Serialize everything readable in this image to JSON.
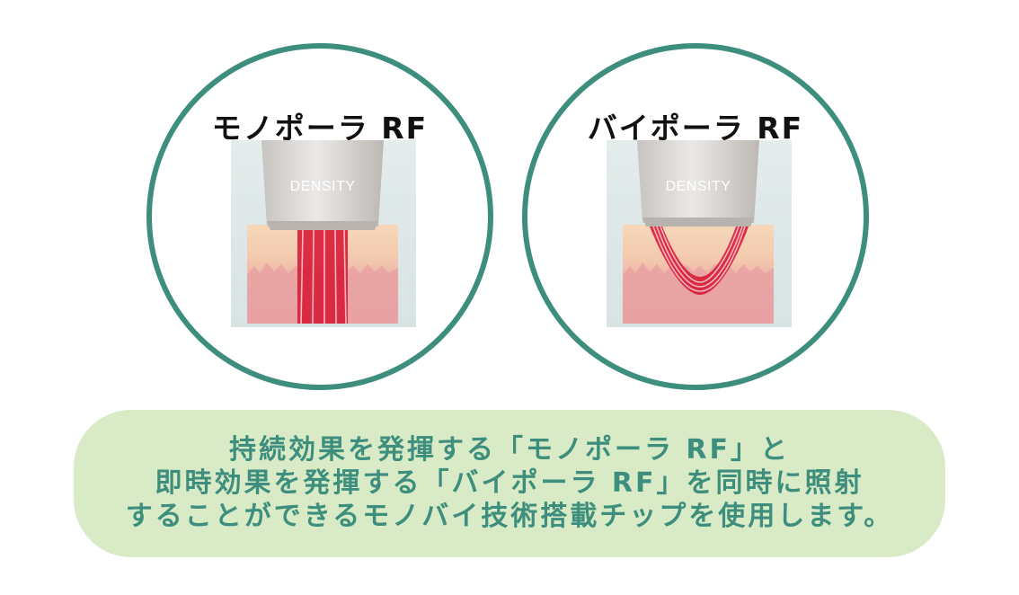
{
  "diagrams": [
    {
      "title": "モノポーラ RF",
      "probe_label": "DENSITY",
      "pattern": "straight"
    },
    {
      "title": "バイポーラ RF",
      "probe_label": "DENSITY",
      "pattern": "curved"
    }
  ],
  "caption": {
    "lines": [
      "持続効果を発揮する「モノポーラ RF」と",
      "即時効果を発揮する「バイポーラ RF」を同時に照射",
      "することができるモノバイ技術搭載チップを使用します。"
    ]
  },
  "colors": {
    "ring": "#3e8e7e",
    "caption_bg": "#d8ebc6",
    "caption_text": "#3e8e7e",
    "skin_top": "#f5d2b4",
    "skin_bottom": "#e9a2a4",
    "rf_red": "#d8203a",
    "probe": "#d9d6d3"
  }
}
